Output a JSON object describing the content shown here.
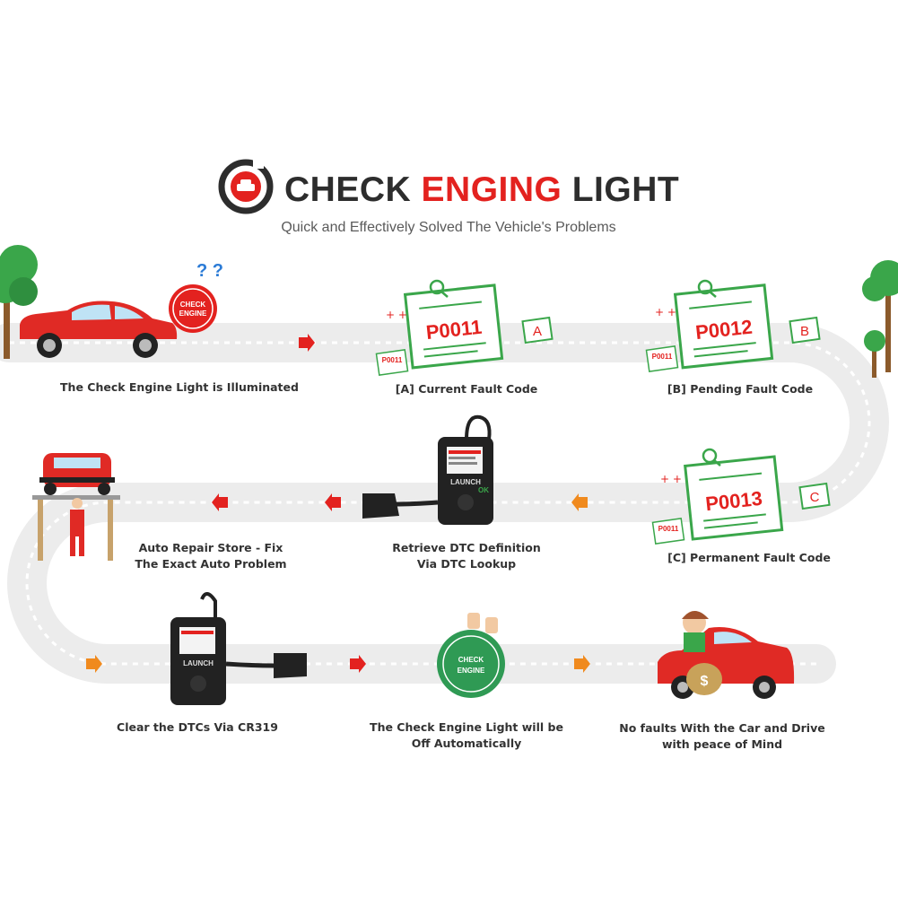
{
  "header": {
    "title_word_1": "CHECK",
    "title_word_2": "ENGING",
    "title_word_3": "LIGHT",
    "subtitle": "Quick and Effectively Solved The Vehicle's Problems"
  },
  "steps": {
    "illuminated": {
      "line1": "The Check Engine Light is Illuminated"
    },
    "current_fault": {
      "line1": "[A] Current Fault Code",
      "code": "P0011",
      "letter": "A",
      "small_code": "P0011"
    },
    "pending_fault": {
      "line1": "[B] Pending Fault Code",
      "code": "P0012",
      "letter": "B",
      "small_code": "P0011"
    },
    "permanent_fault": {
      "line1": "[C]  Permanent Fault Code",
      "code": "P0013",
      "letter": "C",
      "small_code": "P0011"
    },
    "retrieve_dtc": {
      "line1": "Retrieve DTC Definition",
      "line2": "Via DTC Lookup"
    },
    "repair_store": {
      "line1": "Auto Repair Store - Fix",
      "line2": "The Exact Auto Problem"
    },
    "clear_dtc": {
      "line1": "Clear the DTCs  Via CR319"
    },
    "light_off": {
      "line1": "The Check Engine Light will be",
      "line2": "Off Automatically"
    },
    "no_faults": {
      "line1": "No faults With the Car and Drive",
      "line2": "with peace of Mind"
    }
  },
  "badges": {
    "check_engine_line1": "CHECK",
    "check_engine_line2": "ENGINE",
    "question_marks": "? ?"
  },
  "device": {
    "brand": "LAUNCH",
    "ok_label": "OK"
  },
  "colors": {
    "accent_red": "#e3221f",
    "road": "#efefef",
    "card_green": "#2f9a54",
    "arrow_orange": "#f08a1e",
    "text_dark": "#333333"
  }
}
